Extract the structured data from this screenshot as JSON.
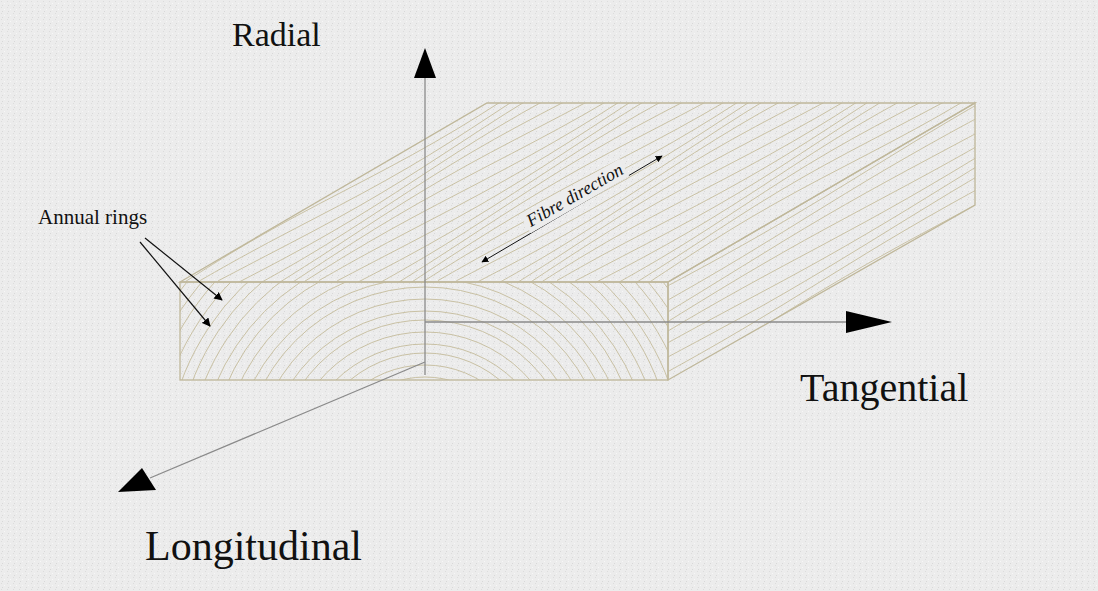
{
  "diagram": {
    "labels": [
      "Radial",
      "Tangential",
      "Longitudinal",
      "Annual rings",
      "Fibre direction"
    ]
  }
}
